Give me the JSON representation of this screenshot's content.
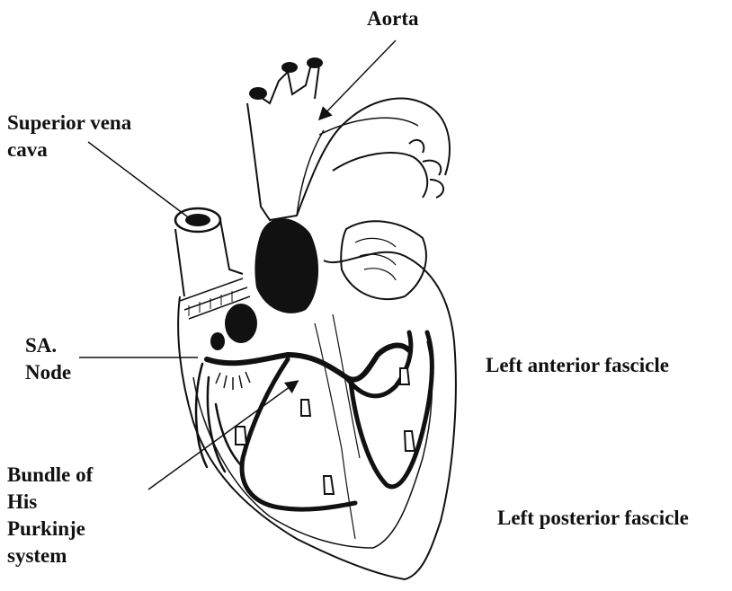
{
  "labels": {
    "aorta": "Aorta",
    "superior_vena_cava": [
      "Superior vena",
      "cava"
    ],
    "sa_node": [
      "SA.",
      "Node"
    ],
    "left_anterior_fascicle": "Left anterior fascicle",
    "bundle_of_his": [
      "Bundle of",
      "His",
      "Purkinje",
      "system"
    ],
    "left_posterior_fascicle": "Left posterior fascicle"
  },
  "colors": {
    "ink": "#111111",
    "background": "#ffffff"
  }
}
